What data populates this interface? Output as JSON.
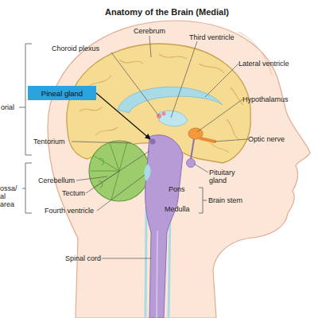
{
  "diagram": {
    "title": "Anatomy of the Brain (Medial)",
    "nodes": [
      {
        "text": [
          "Pineal gland"
        ]
      }
    ],
    "labels": [
      "Cerebrum",
      "Third ventricle",
      "Choroid plexus",
      "Lateral ventricle",
      "Hypothalamus",
      "orial",
      "Optic nerve",
      "Tentorium",
      "Pituitary gland",
      "Cerebellum",
      "ossa/ al area",
      "Pons",
      "Tectum",
      "Brain stem",
      "Medulla",
      "Fourth ventricle",
      "Spinal cord"
    ]
  }
}
